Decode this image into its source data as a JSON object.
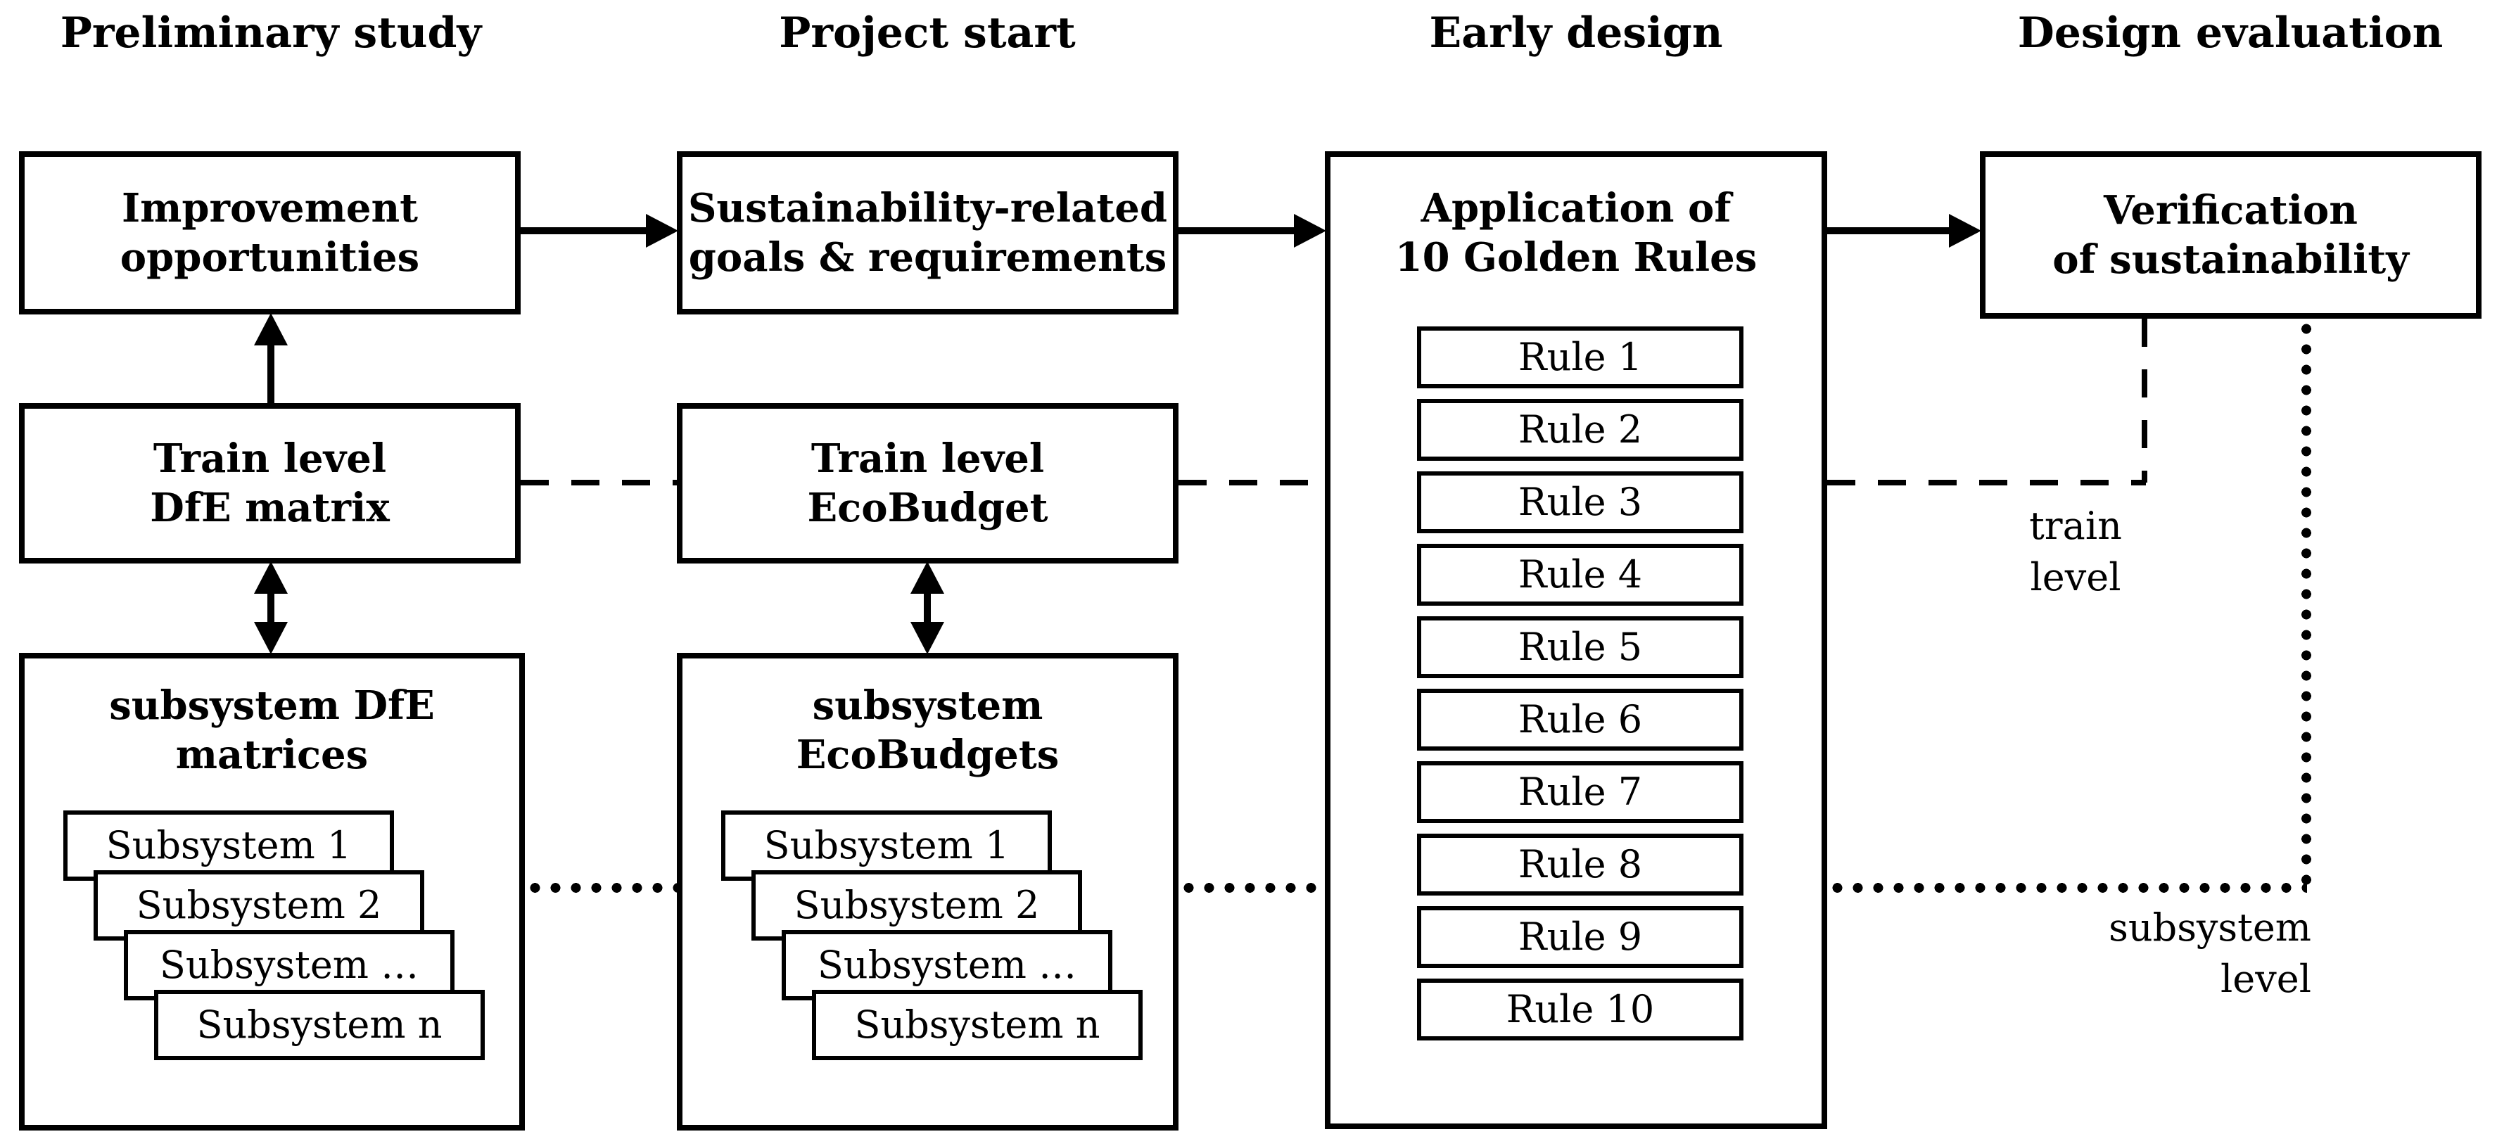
{
  "page": {
    "background": "#ffffff",
    "ink": "#000000"
  },
  "phases": [
    "Preliminary study",
    "Project start",
    "Early design",
    "Design evaluation"
  ],
  "boxes": {
    "improvement_opportunities": "Improvement\nopportunities",
    "sustainability_goals": "Sustainability-related\ngoals & requirements",
    "application_golden_rules": "Application of\n10 Golden Rules",
    "verification": "Verification\nof sustainability",
    "train_dfe_matrix": "Train level\nDfE matrix",
    "train_ecobudget": "Train level\nEcoBudget",
    "subsystem_dfe_matrices": "subsystem DfE\nmatrices",
    "subsystem_ecobudgets": "subsystem\nEcoBudgets"
  },
  "rules": [
    "Rule 1",
    "Rule 2",
    "Rule 3",
    "Rule 4",
    "Rule 5",
    "Rule 6",
    "Rule 7",
    "Rule 8",
    "Rule 9",
    "Rule 10"
  ],
  "subsystems": [
    "Subsystem 1",
    "Subsystem 2",
    "Subsystem …",
    "Subsystem n"
  ],
  "level_labels": {
    "train": "train\nlevel",
    "subsystem": "subsystem\nlevel"
  }
}
